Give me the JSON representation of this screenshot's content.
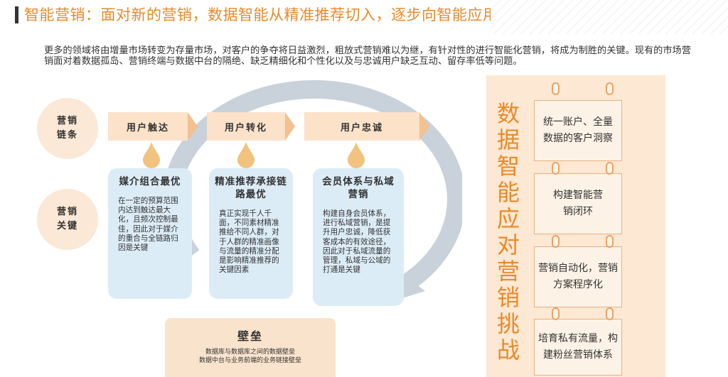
{
  "header": {
    "title": "智能营销：面对新的营销，数据智能从精准推荐切入，逐步向智能应用层扩展"
  },
  "intro": "更多的领域将由增量市场转变为存量市场，对客户的争夺将日益激烈，粗放式营销难以为继，有针对性的进行智能化营销，将成为制胜的关键。现有的市场营销面对着数据孤岛、营销终端与数据中台的隔绝、缺乏精细化和个性化以及与忠诚用户缺乏互动、留存率低等问题。",
  "rows": {
    "chain_label": "营销链条",
    "key_label": "营销关键"
  },
  "stages": [
    {
      "label": "用户触达"
    },
    {
      "label": "用户转化"
    },
    {
      "label": "用户忠诚"
    }
  ],
  "cards": [
    {
      "title": "媒介组合最优",
      "body": "在一定的预算范围内达到触达最大化，且频次控制最佳，因此对于媒介的重合与全链路归因是关键"
    },
    {
      "title": "精准推荐承接链路最优",
      "body": "真正实现千人千面，不同素材精准推给不同人群，对于人群的精准画像与流量的精准分配是影响精准推荐的关键因素"
    },
    {
      "title": "会员体系与私域营销",
      "body": "构建自身会员体系，进行私域营销，是提升用户忠诚，降低获客成本的有效途径，因此对于私域流量的管理，私域与公域的打通是关键"
    }
  ],
  "foundation": {
    "title": "壁垒",
    "line1": "数据库与数据库之间的数据壁垒",
    "line2": "数据中台与业务前端的业务链接壁垒"
  },
  "challenge": "数据智能应对营销挑战",
  "solutions": [
    {
      "text": "统一账户、全量数据的客户洞察"
    },
    {
      "text": "构建智能营销闭环"
    },
    {
      "text": "营销自动化，营销方案程序化"
    },
    {
      "text": "培育私有流量，构建粉丝营销体系"
    }
  ],
  "colors": {
    "accent": "#e9892a",
    "stage_fill": "#fbe2c9",
    "card_fill": "#dcecf7",
    "cycle_ring": "#c9d1da"
  }
}
